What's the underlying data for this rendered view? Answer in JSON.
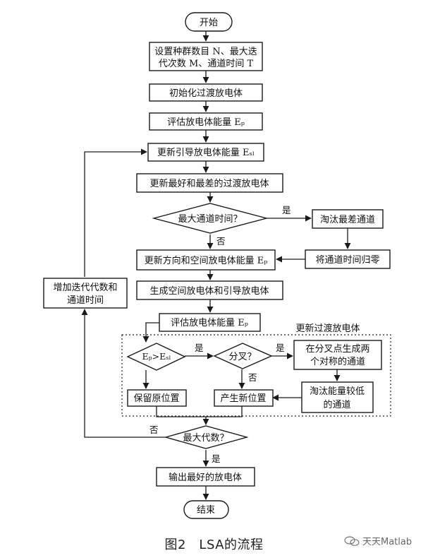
{
  "nodes": {
    "start": "开始",
    "set_params_l1": "设置种群数目 N、最大迭",
    "set_params_l2": "代次数 M、通道时间 T",
    "init": "初始化过渡放电体",
    "eval1": "评估放电体能量 Eₚ",
    "update_leader": "更新引导放电体能量 Eₛₗ",
    "update_best_worst": "更新最好和最差的过渡放电体",
    "max_channel_time": "最大通道时间？",
    "eliminate_worst": "淘汰最差通道",
    "reset_channel_time": "将通道时间归零",
    "update_direction": "更新方向和空间放电体能量 Eₚ",
    "generate": "生成空间放电体和引导放电体",
    "eval2": "评估放电体能量 Eₚ",
    "cond_energy": "Eₚ>Eₛₗ",
    "fork": "分叉？",
    "two_channels_l1": "在分叉点生成两",
    "two_channels_l2": "个对称的通道",
    "eliminate_low_l1": "淘汰能量较低",
    "eliminate_low_l2": "的通道",
    "keep_position": "保留原位置",
    "new_position": "产生新位置",
    "max_generations": "最大代数？",
    "increase_l1": "增加迭代代数和",
    "increase_l2": "通道时间",
    "output_best": "输出最好的放电体",
    "end": "结束"
  },
  "edge_labels": {
    "yes": "是",
    "no": "否"
  },
  "group_label": "更新过渡放电体",
  "caption": "图2　LSA的流程",
  "watermark": "天天Matlab"
}
